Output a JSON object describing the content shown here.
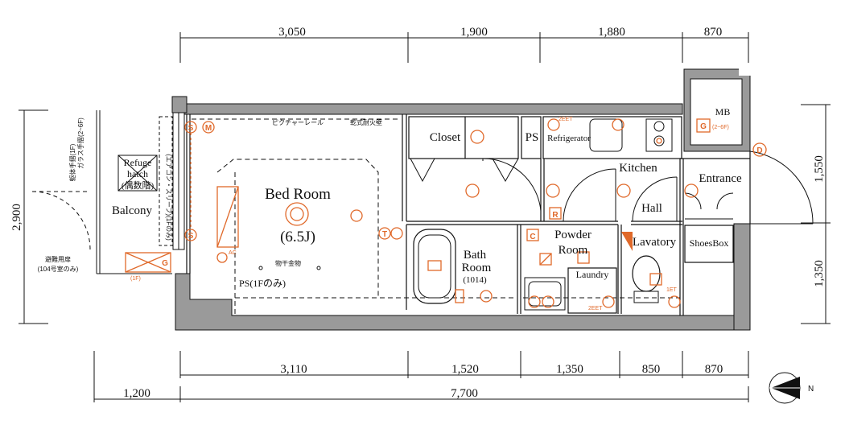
{
  "dimensions": {
    "top": [
      "3,050",
      "1,900",
      "1,880",
      "870"
    ],
    "bottom_upper": [
      "3,110",
      "1,520",
      "1,350",
      "850",
      "870"
    ],
    "bottom_lower": [
      "1,200",
      "7,700"
    ],
    "left": "2,900",
    "right": [
      "1,550",
      "1,350"
    ]
  },
  "rooms": {
    "bed_room": "Bed Room",
    "bed_room_size": "(6.5J)",
    "balcony": "Balcony",
    "refuge_hatch_1": "Refuge",
    "refuge_hatch_2": "hatch",
    "refuge_hatch_3": "(偶数階)",
    "closet": "Closet",
    "ps": "PS",
    "refrigerator": "Refrigerator",
    "kitchen": "Kitchen",
    "hall": "Hall",
    "entrance": "Entrance",
    "mb": "MB",
    "bath_room_1": "Bath",
    "bath_room_2": "Room",
    "bath_room_size": "(1014)",
    "powder_room_1": "Powder",
    "powder_room_2": "Room",
    "laundry": "Laundry",
    "lavatory": "Lavatory",
    "shoes_box": "ShoesBox",
    "ps_1f": "PS(1Fのみ)"
  },
  "notes": {
    "picture_rail": "ピクチャーレール",
    "fire_wall": "乾式耐火壁",
    "laundry_hanger": "物干金物",
    "handrail_1": "躯体手摺(1F)",
    "handrail_2": "ガラス手摺(2~6F)",
    "evac_door_1": "避難用扉",
    "evac_door_2": "(104号室のみ)",
    "g_1f": "(1F)",
    "g_2_6f": "(2~6F)",
    "ac": "AC",
    "vertical_note": "(エアコン・スリーブ)(1Fのみ)"
  },
  "symbols": {
    "s": "S",
    "m": "M",
    "g": "G",
    "c": "C",
    "r": "R",
    "d": "D",
    "t": "T",
    "two_eet": "2EET",
    "one_et": "1ET",
    "north": "N"
  },
  "colors": {
    "wall": "#9a9a9a",
    "line": "#111111",
    "accent": "#e0692a"
  }
}
